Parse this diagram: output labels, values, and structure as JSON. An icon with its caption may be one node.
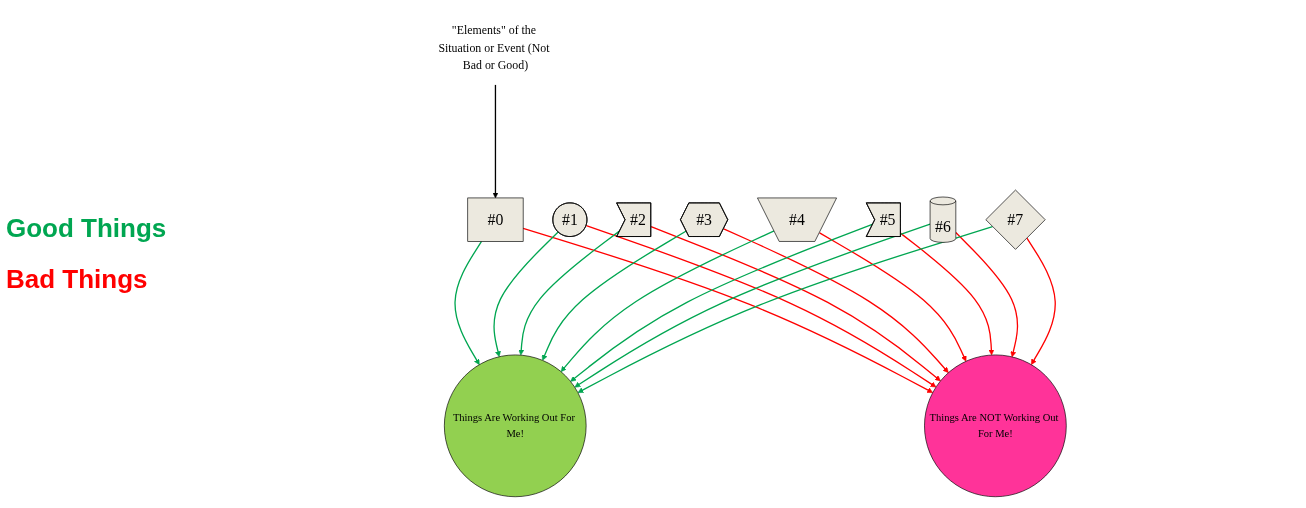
{
  "diagram": {
    "nodes": [
      {
        "text": [
          "\"Elements\" of the Situation or Event (Not Bad or Good)"
        ]
      },
      {
        "text": [
          "#0"
        ]
      },
      {
        "text": [
          "#1"
        ]
      },
      {
        "text": [
          "#2"
        ]
      },
      {
        "text": [
          "#3"
        ]
      },
      {
        "text": [
          "#4"
        ]
      },
      {
        "text": [
          "#5"
        ]
      },
      {
        "text": [
          "#6"
        ]
      },
      {
        "text": [
          "#7"
        ]
      },
      {
        "text": [
          "Things Are Working Out For Me!"
        ]
      },
      {
        "text": [
          "Things Are NOT Working Out For Me!"
        ]
      }
    ],
    "edges": [
      {
        "from": 0,
        "to": 1,
        "arrow": "to",
        "color": "#000000"
      },
      {
        "from": 1,
        "to": 9,
        "arrow": "to",
        "color": "#00a651"
      },
      {
        "from": 1,
        "to": 10,
        "arrow": "to",
        "color": "#ff0000"
      },
      {
        "from": 2,
        "to": 9,
        "arrow": "to",
        "color": "#00a651"
      },
      {
        "from": 2,
        "to": 10,
        "arrow": "to",
        "color": "#ff0000"
      },
      {
        "from": 3,
        "to": 9,
        "arrow": "to",
        "color": "#00a651"
      },
      {
        "from": 3,
        "to": 10,
        "arrow": "to",
        "color": "#ff0000"
      },
      {
        "from": 4,
        "to": 9,
        "arrow": "to",
        "color": "#00a651"
      },
      {
        "from": 4,
        "to": 10,
        "arrow": "to",
        "color": "#ff0000"
      },
      {
        "from": 5,
        "to": 9,
        "arrow": "to",
        "color": "#00a651"
      },
      {
        "from": 5,
        "to": 10,
        "arrow": "to",
        "color": "#ff0000"
      },
      {
        "from": 6,
        "to": 9,
        "arrow": "to",
        "color": "#00a651"
      },
      {
        "from": 6,
        "to": 10,
        "arrow": "to",
        "color": "#ff0000"
      },
      {
        "from": 7,
        "to": 9,
        "arrow": "to",
        "color": "#00a651"
      },
      {
        "from": 7,
        "to": 10,
        "arrow": "to",
        "color": "#ff0000"
      },
      {
        "from": 8,
        "to": 9,
        "arrow": "to",
        "color": "#00a651"
      },
      {
        "from": 8,
        "to": 10,
        "arrow": "to",
        "color": "#ff0000"
      }
    ],
    "labels": [
      "Good Things",
      "Bad Things"
    ]
  }
}
